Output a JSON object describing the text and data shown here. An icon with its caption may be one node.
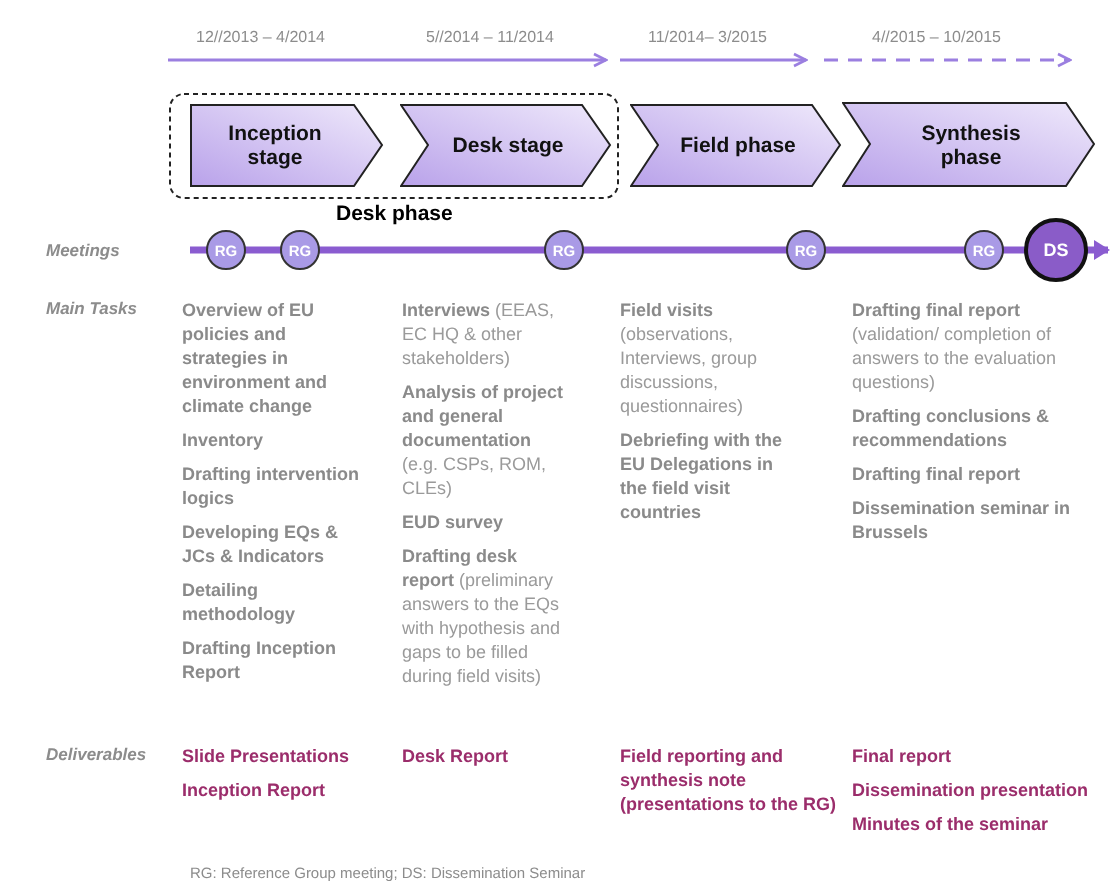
{
  "diagram": {
    "caption": "RG: Reference Group meeting; DS: Dissemination Seminar",
    "nodes": [
      {
        "text": [
          "Desk phase"
        ]
      },
      {
        "text": [
          "Inception stage"
        ],
        "in": 0
      },
      {
        "text": [
          "Desk stage"
        ],
        "in": 0
      },
      {
        "text": [
          "Field phase"
        ]
      },
      {
        "text": [
          "Synthesis phase"
        ]
      },
      {
        "text": [
          "RG"
        ]
      },
      {
        "text": [
          "RG"
        ]
      },
      {
        "text": [
          "RG"
        ]
      },
      {
        "text": [
          "RG"
        ]
      },
      {
        "text": [
          "RG"
        ]
      },
      {
        "text": [
          "DS"
        ]
      }
    ],
    "labels": [
      "12//2013 – 4/2014",
      "5//2014 – 11/2014",
      "11/2014– 3/2015",
      "4//2015 – 10/2015",
      "Meetings",
      "Main Tasks",
      "Overview of EU policies and strategies in environment and climate change",
      "Inventory",
      "Drafting intervention logics",
      "Developing EQs & JCs & Indicators",
      "Detailing methodology",
      "Drafting Inception Report",
      "**Interviews** (EEAS, EC HQ & other stakeholders)",
      "**Analysis of project and general documentation** (e.g. CSPs, ROM, CLEs)",
      "EUD survey",
      "**Drafting desk report** (preliminary answers to the EQs with hypothesis and gaps to be filled during field visits)",
      "**Field visits** (observations, Interviews, group discussions, questionnaires)",
      "Debriefing with the EU Delegations in the field visit countries",
      "**Drafting  final report** (validation/ completion of answers to the evaluation questions)",
      "Drafting conclusions & recommendations",
      "Drafting final report",
      "Dissemination seminar in Brussels",
      "Deliverables",
      "Slide Presentations",
      "Inception Report",
      "Desk Report",
      "Field reporting and synthesis note (presentations to the RG)",
      "Final report",
      "Dissemination presentation",
      "Minutes of the seminar"
    ]
  }
}
